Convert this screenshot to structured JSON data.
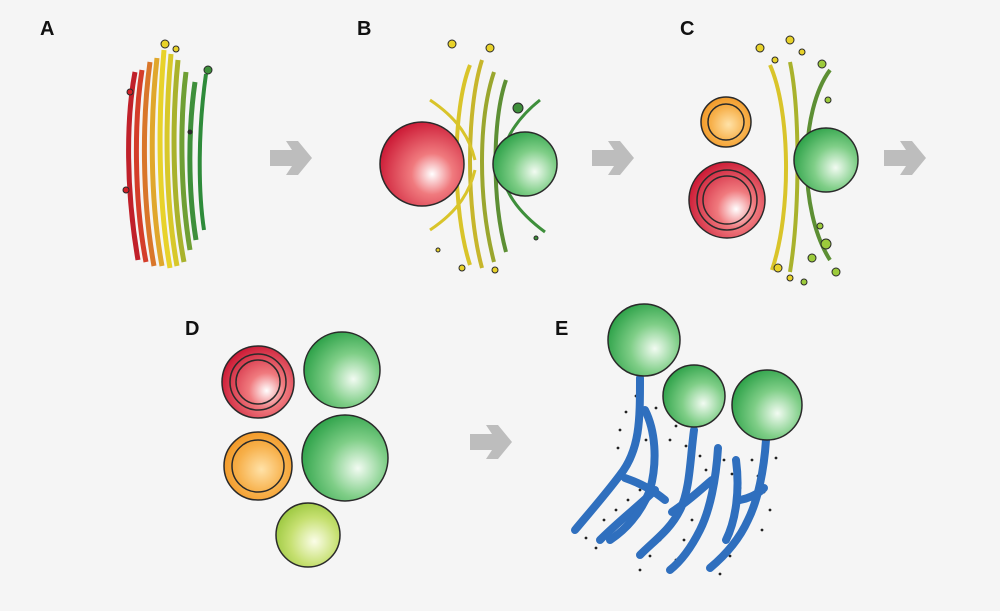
{
  "panels": [
    {
      "id": "A",
      "label": "A"
    },
    {
      "id": "B",
      "label": "B"
    },
    {
      "id": "C",
      "label": "C"
    },
    {
      "id": "D",
      "label": "D"
    },
    {
      "id": "E",
      "label": "E"
    }
  ],
  "colors": {
    "background": "#f5f5f5",
    "red": "#d42027",
    "green": "#2fa74a",
    "orange": "#f39a1c",
    "lime": "#9ccb3b",
    "yellow": "#e8d22a",
    "blue": "#2f6fbe",
    "arrow": "#bdbdbd",
    "outline": "#2a2a2a"
  },
  "icons": [
    "right-arrow-icon"
  ]
}
